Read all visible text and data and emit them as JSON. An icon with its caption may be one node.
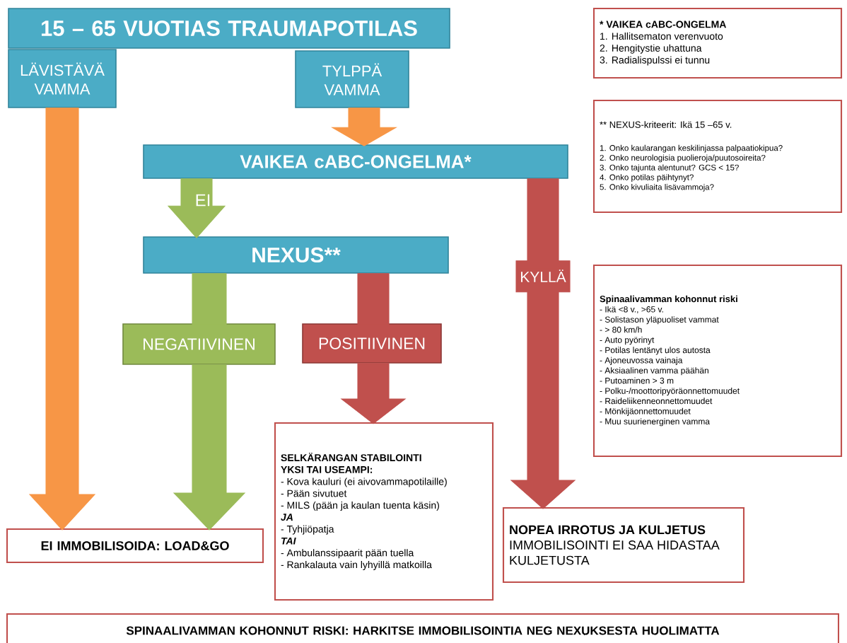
{
  "diagram": {
    "nodes": [
      {
        "text": [
          "15 – 65 VUOTIAS TRAUMAPOTILAS"
        ]
      },
      {
        "text": [
          "LÄVISTÄVÄ VAMMA"
        ]
      },
      {
        "text": [
          "TYLPPÄ VAMMA"
        ]
      },
      {
        "text": [
          "VAIKEA cABC-ONGELMA*"
        ]
      },
      {
        "text": [
          "NEXUS**"
        ]
      },
      {
        "text": [
          "NEGATIIVINEN"
        ]
      },
      {
        "text": [
          "POSITIIVINEN"
        ]
      },
      {
        "text": [
          "EI IMMOBILISOIDA: LOAD&GO"
        ]
      },
      {
        "text": [
          "SELKÄRANGAN STABILOINTI",
          "YKSI TAI USEAMPI:",
          "- Kova kauluri (ei aivovammapotilaille)",
          "- Pään sivutuet",
          "- MILS (pään ja kaulan tuenta käsin)",
          "JA",
          "- Tyhjiöpatja",
          "TAI",
          "- Ambulanssipaarit pään tuella",
          "- Rankalauta vain lyhyillä matkoilla"
        ]
      },
      {
        "text": [
          "NOPEA IRROTUS JA KULJETUS",
          "IMMOBILISOINTI EI SAA HIDASTAA KULJETUSTA"
        ]
      },
      {
        "text": [
          "* VAIKEA cABC-ONGELMA",
          "1. Hallitsematon verenvuoto",
          "2. Hengitystie uhattuna",
          "3. Radialispulssi ei tunnu"
        ]
      },
      {
        "text": [
          "** NEXUS-kriteerit: Ikä 15 –65 v.",
          "1. Onko kaularangan keskilinjassa palpaatiokipua?",
          "2. Onko neurologisia puolieroja/puutosoireita?",
          "3. Onko tajunta alentunut? GCS < 15?",
          "4. Onko potilas päihtynyt?",
          "5. Onko kivuliaita lisävammoja?"
        ]
      },
      {
        "text": [
          "Spinaalivamman kohonnut riski",
          "- Ikä <8 v., >65 v.",
          "- Solistason yläpuoliset vammat",
          "- > 80 km/h",
          "- Auto pyörinyt",
          "- Potilas lentänyt ulos autosta",
          "- Ajoneuvossa vainaja",
          "- Aksiaalinen vamma päähän",
          "- Putoaminen > 3 m",
          "- Polku-/moottoripyöräonnettomuudet",
          "- Raideliikenneonnettomuudet",
          "- Mönkijäonnettomuudet",
          "- Muu suurienerginen vamma"
        ]
      },
      {
        "text": [
          "SPINAALIVAMMAN KOHONNUT RISKI: HARKITSE IMMOBILISOINTIA NEG NEXUKSESTA HUOLIMATTA"
        ]
      }
    ],
    "edges": [
      {
        "from": 1,
        "to": 7,
        "arrow": "to",
        "color": "#f79646"
      },
      {
        "from": 2,
        "to": 3,
        "arrow": "to",
        "color": "#f79646"
      },
      {
        "from": 3,
        "to": 4,
        "arrow": "to",
        "label": "EI",
        "color": "#9bbb59"
      },
      {
        "from": 3,
        "to": 9,
        "arrow": "to",
        "label": "KYLLÄ",
        "color": "#c0504d"
      },
      {
        "from": 4,
        "to": 5,
        "arrow": "none",
        "color": "#9bbb59"
      },
      {
        "from": 5,
        "to": 7,
        "arrow": "to",
        "color": "#9bbb59"
      },
      {
        "from": 4,
        "to": 6,
        "arrow": "none",
        "color": "#c0504d"
      },
      {
        "from": 6,
        "to": 8,
        "arrow": "to",
        "color": "#c0504d"
      }
    ]
  }
}
